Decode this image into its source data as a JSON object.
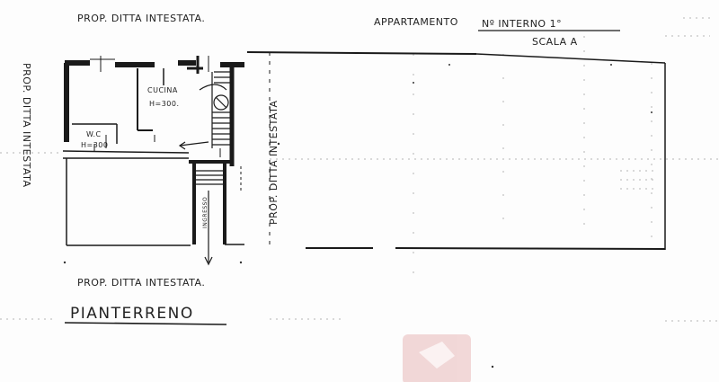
{
  "labels": {
    "top_owner": "PROP. DITTA INTESTATA.",
    "left_owner": "PROP. DITTA INTESTATA",
    "center_owner": "PROP. DITTA INTESTATA",
    "bottom_owner": "PROP. DITTA INTESTATA.",
    "apartment_prefix": "APPARTAMENTO",
    "apartment_number": "Nº INTERNO 1°",
    "stair": "SCALA A",
    "floor": "PIANTERRENO"
  },
  "rooms": {
    "kitchen_name": "CUCINA",
    "kitchen_height": "H=300.",
    "wc_name": "W.C",
    "wc_height": "H=300",
    "stair_label": "INGRESSO"
  },
  "colors": {
    "ink": "#222222",
    "wall": "#1a1a1a",
    "dots": "#b5b5b5",
    "logo": "#e9b9b9"
  }
}
